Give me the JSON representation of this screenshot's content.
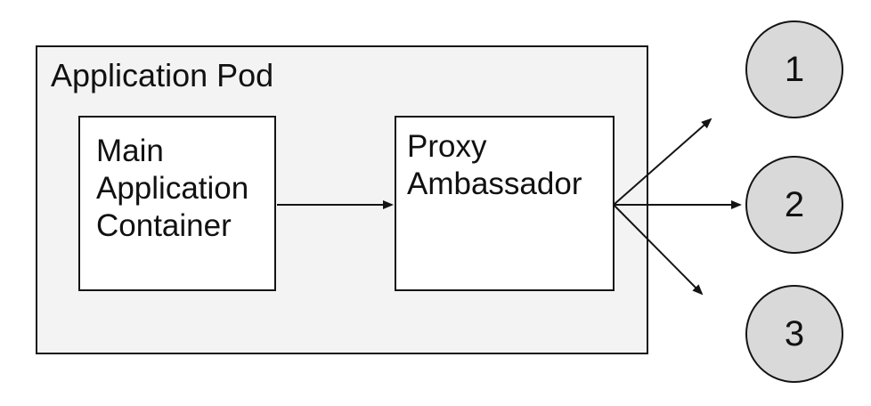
{
  "diagram": {
    "pod": {
      "label": "Application Pod"
    },
    "nodes": [
      {
        "id": "main-application-container",
        "label": "Main Application Container"
      },
      {
        "id": "proxy-ambassador",
        "label": "Proxy Ambassador"
      }
    ],
    "endpoints": [
      {
        "label": "1"
      },
      {
        "label": "2"
      },
      {
        "label": "3"
      }
    ],
    "connections": [
      {
        "from": "main-application-container",
        "to": "proxy-ambassador"
      },
      {
        "from": "proxy-ambassador",
        "to": "1"
      },
      {
        "from": "proxy-ambassador",
        "to": "2"
      },
      {
        "from": "proxy-ambassador",
        "to": "3"
      }
    ],
    "colors": {
      "pod_fill": "#f3f3f3",
      "node_fill": "#ffffff",
      "endpoint_fill": "#d9d9d9",
      "line": "#141414",
      "text": "#111111",
      "canvas": "#ffffff"
    }
  }
}
